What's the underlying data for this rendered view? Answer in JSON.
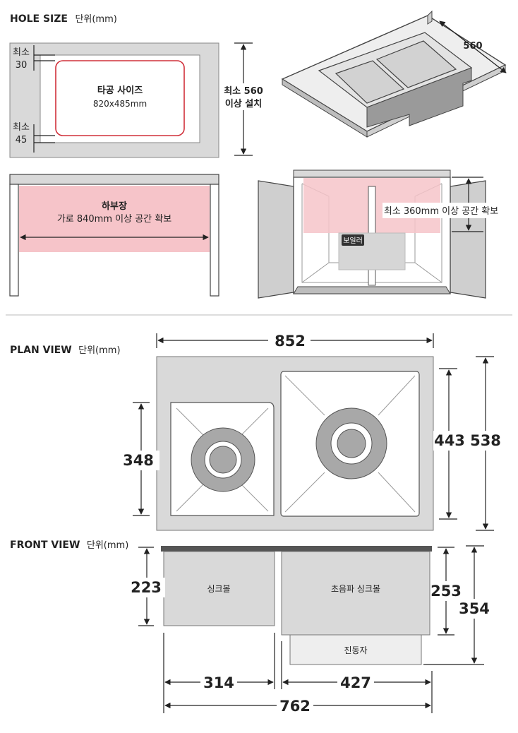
{
  "hole_size": {
    "title": "HOLE SIZE",
    "unit": "단위(mm)",
    "min_label": "최소",
    "min_top": "30",
    "min_bottom": "45",
    "cut_title": "타공 사이즈",
    "cut_size": "820x485mm",
    "side_line1": "최소 560",
    "side_line2": "이상 설치",
    "dim_560": "560"
  },
  "cabinet": {
    "lower_line1": "하부장",
    "lower_line2": "가로 840mm 이상 공간 확보",
    "depth_note": "최소 360mm 이상 공간 확보",
    "boiler": "보일러"
  },
  "plan_view": {
    "title": "PLAN VIEW",
    "unit": "단위(mm)",
    "width": "852",
    "left_bowl": "348",
    "right_bowl": "443",
    "depth": "538"
  },
  "front_view": {
    "title": "FRONT VIEW",
    "unit": "단위(mm)",
    "left_depth": "223",
    "left_label": "싱크볼",
    "right_label": "초음파 싱크볼",
    "right_depth": "253",
    "vibrator": "진동자",
    "total_depth": "354",
    "left_width": "314",
    "right_width": "427",
    "total_width": "762"
  },
  "colors": {
    "accent_pink": "#f6c4c9",
    "cut_line_red": "#d0303a",
    "panel_gray": "#d9d9d9",
    "bowl_gray": "#c8c8c8",
    "steel_dark": "#555555"
  }
}
